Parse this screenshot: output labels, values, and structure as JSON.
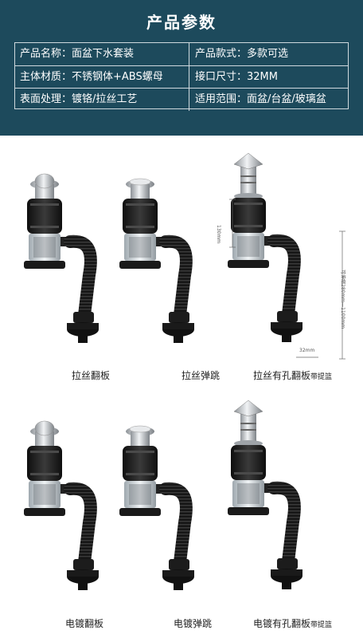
{
  "header": {
    "title": "产品参数"
  },
  "specs": [
    {
      "label": "产品名称：",
      "value": "面盆下水套装",
      "label2": "产品款式：",
      "value2": "多款可选"
    },
    {
      "label": "主体材质：",
      "value": "不锈钢体+ABS螺母",
      "label2": "接口尺寸：",
      "value2": "32MM"
    },
    {
      "label": "表面处理：",
      "value": "镀铬/拉丝工艺",
      "label2": "适用范围：",
      "value2": "面盆/台盆/玻璃盆"
    }
  ],
  "products": [
    {
      "name": "拉丝翻板",
      "suffix": ""
    },
    {
      "name": "拉丝弹跳",
      "suffix": ""
    },
    {
      "name": "拉丝有孔翻板",
      "suffix": "带提篮"
    },
    {
      "name": "电镀翻板",
      "suffix": ""
    },
    {
      "name": "电镀弹跳",
      "suffix": ""
    },
    {
      "name": "电镀有孔翻板",
      "suffix": "带提篮"
    }
  ],
  "measurements": {
    "height": "130mm",
    "width": "32mm",
    "length": "可伸缩280mm—1100mm"
  },
  "colors": {
    "header_bg": "#1d4a5c",
    "pipe": "#1b1b1b",
    "chrome": "#c9ccd0"
  }
}
